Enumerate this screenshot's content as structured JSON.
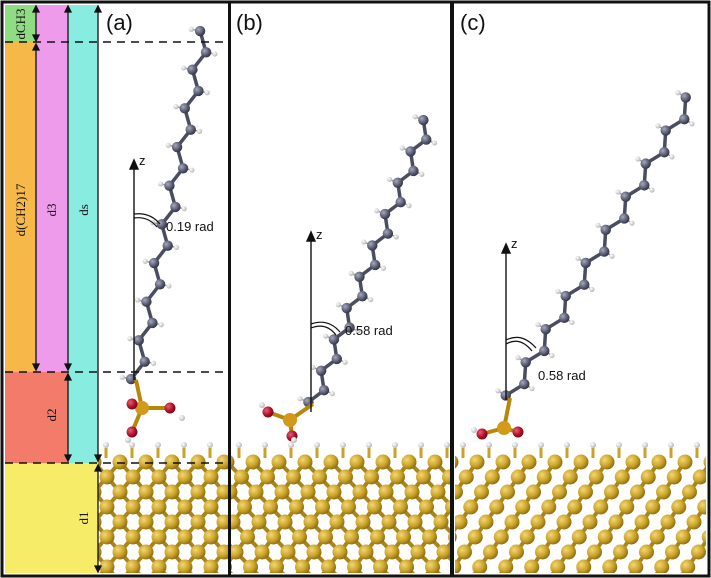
{
  "panels": [
    {
      "id": "a",
      "label": "(a)",
      "z_label": "z",
      "angle_label": "0.19 rad"
    },
    {
      "id": "b",
      "label": "(b)",
      "z_label": "z",
      "angle_label": "0.58 rad"
    },
    {
      "id": "c",
      "label": "(c)",
      "z_label": "z",
      "angle_label": "0.58 rad"
    }
  ],
  "dimensions": {
    "d_ch3": "dCH3",
    "d_ch2": "d(CH2)17",
    "d3": "d3",
    "ds": "ds",
    "d2": "d2",
    "d1": "d1"
  },
  "colors": {
    "carbon": "#5a5d72",
    "hydrogen": "#e6e6e6",
    "gold": "#c9a227",
    "oxygen": "#b3102a",
    "phosphorus": "#b8860b",
    "bar_ch3": "#8fdc84",
    "bar_ch2": "#f7b84a",
    "bar_d3": "#ee9bec",
    "bar_ds": "#88ece0",
    "bar_d2": "#f27b6a",
    "bar_d1": "#f7ec67"
  }
}
